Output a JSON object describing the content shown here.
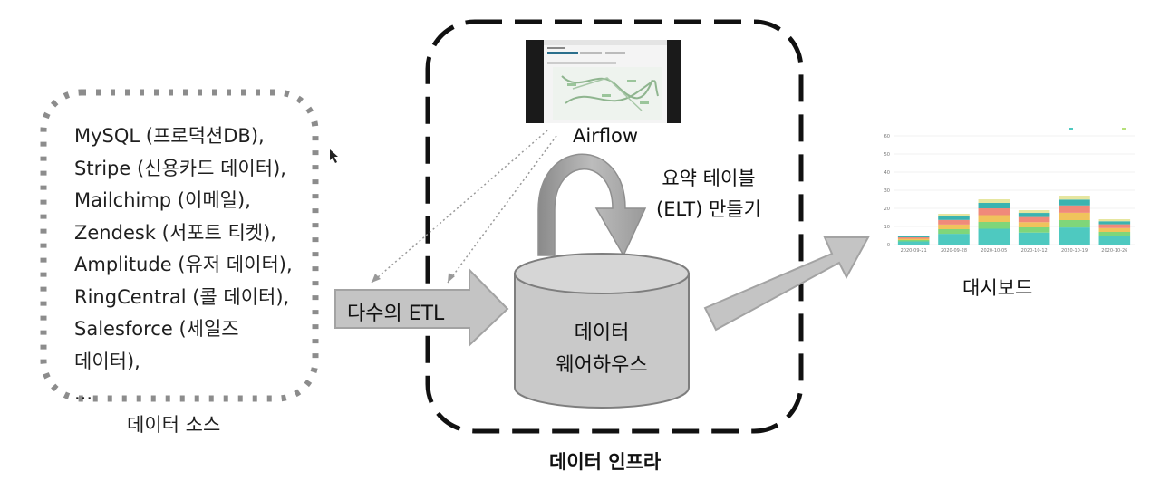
{
  "sources": {
    "items": [
      "MySQL (프로덕션DB),",
      "Stripe (신용카드 데이터),",
      "Mailchimp (이메일),",
      "Zendesk (서포트 티켓),",
      "Amplitude (유저 데이터),",
      "RingCentral (콜 데이터),",
      "Salesforce (세일즈",
      "데이터),",
      "..."
    ],
    "caption": "데이터 소스"
  },
  "etl": {
    "label": "다수의 ETL"
  },
  "infra": {
    "airflow_label": "Airflow",
    "summary_line1": "요약 테이블",
    "summary_line2": "(ELT) 만들기",
    "warehouse_line1": "데이터",
    "warehouse_line2": "웨어하우스",
    "caption": "데이터 인프라"
  },
  "dashboard": {
    "caption": "대시보드",
    "chart_data": {
      "type": "bar",
      "stacked": true,
      "categories": [
        "2020-09-21",
        "2020-09-28",
        "2020-10-05",
        "2020-10-12",
        "2020-10-19",
        "2020-10-26"
      ],
      "y_ticks": [
        "0",
        "10",
        "20",
        "30",
        "40",
        "50",
        "60"
      ],
      "ylim": [
        0,
        60
      ],
      "grid": true,
      "totals": [
        5,
        17,
        25,
        19,
        27,
        14
      ],
      "series_colors": [
        "#4ec9c0",
        "#7fd67a",
        "#f0c35c",
        "#f08a7a",
        "#3bb3b0",
        "#e6e6a0"
      ]
    }
  },
  "colors": {
    "arrow_fill": "#c4c4c4",
    "arrow_stroke": "#9a9a9a",
    "cylinder_fill": "#c9c9c9",
    "dotted_border": "#8c8c8c",
    "dashed_border": "#111111"
  }
}
